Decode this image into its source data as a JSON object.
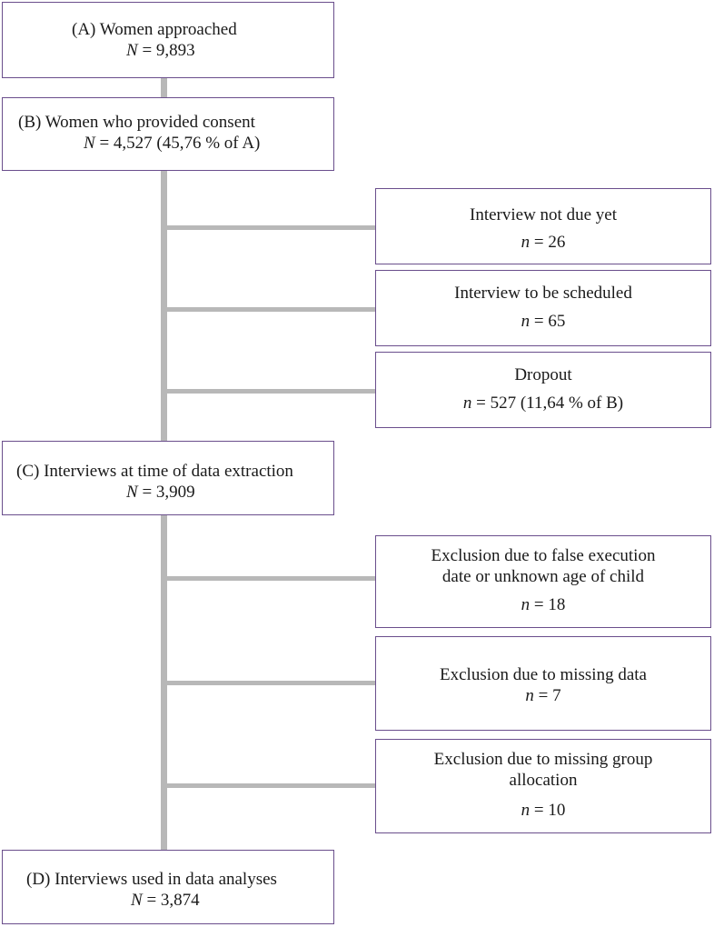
{
  "boxes": {
    "a": {
      "title": "(A) Women approached",
      "n_label": "N",
      "n_value": "= 9,893"
    },
    "b": {
      "title": "(B) Women who provided consent",
      "n_label": "N",
      "n_value": "= 4,527 (45,76 % of A)"
    },
    "c": {
      "title": "(C) Interviews at time of data extraction",
      "n_label": "N",
      "n_value": "= 3,909"
    },
    "d": {
      "title": "(D) Interviews used in data analyses",
      "n_label": "N",
      "n_value": "= 3,874"
    }
  },
  "side_boxes": [
    {
      "lines": [
        "Interview not due yet"
      ],
      "n_label": "n",
      "n_value": "= 26"
    },
    {
      "lines": [
        "Interview to be scheduled"
      ],
      "n_label": "n",
      "n_value": "= 65"
    },
    {
      "lines": [
        "Dropout"
      ],
      "n_label": "n",
      "n_value": "= 527 (11,64 % of B)"
    },
    {
      "lines": [
        "Exclusion due to false execution",
        "date or unknown age of child"
      ],
      "n_label": "n",
      "n_value": "= 18"
    },
    {
      "lines": [
        "Exclusion due to missing data"
      ],
      "n_label": "n",
      "n_value": "= 7"
    },
    {
      "lines": [
        "Exclusion due to missing group",
        "allocation"
      ],
      "n_label": "n",
      "n_value": "= 10"
    }
  ],
  "colors": {
    "box_border": "#6a4e8c",
    "connector": "#b8b8b8"
  }
}
